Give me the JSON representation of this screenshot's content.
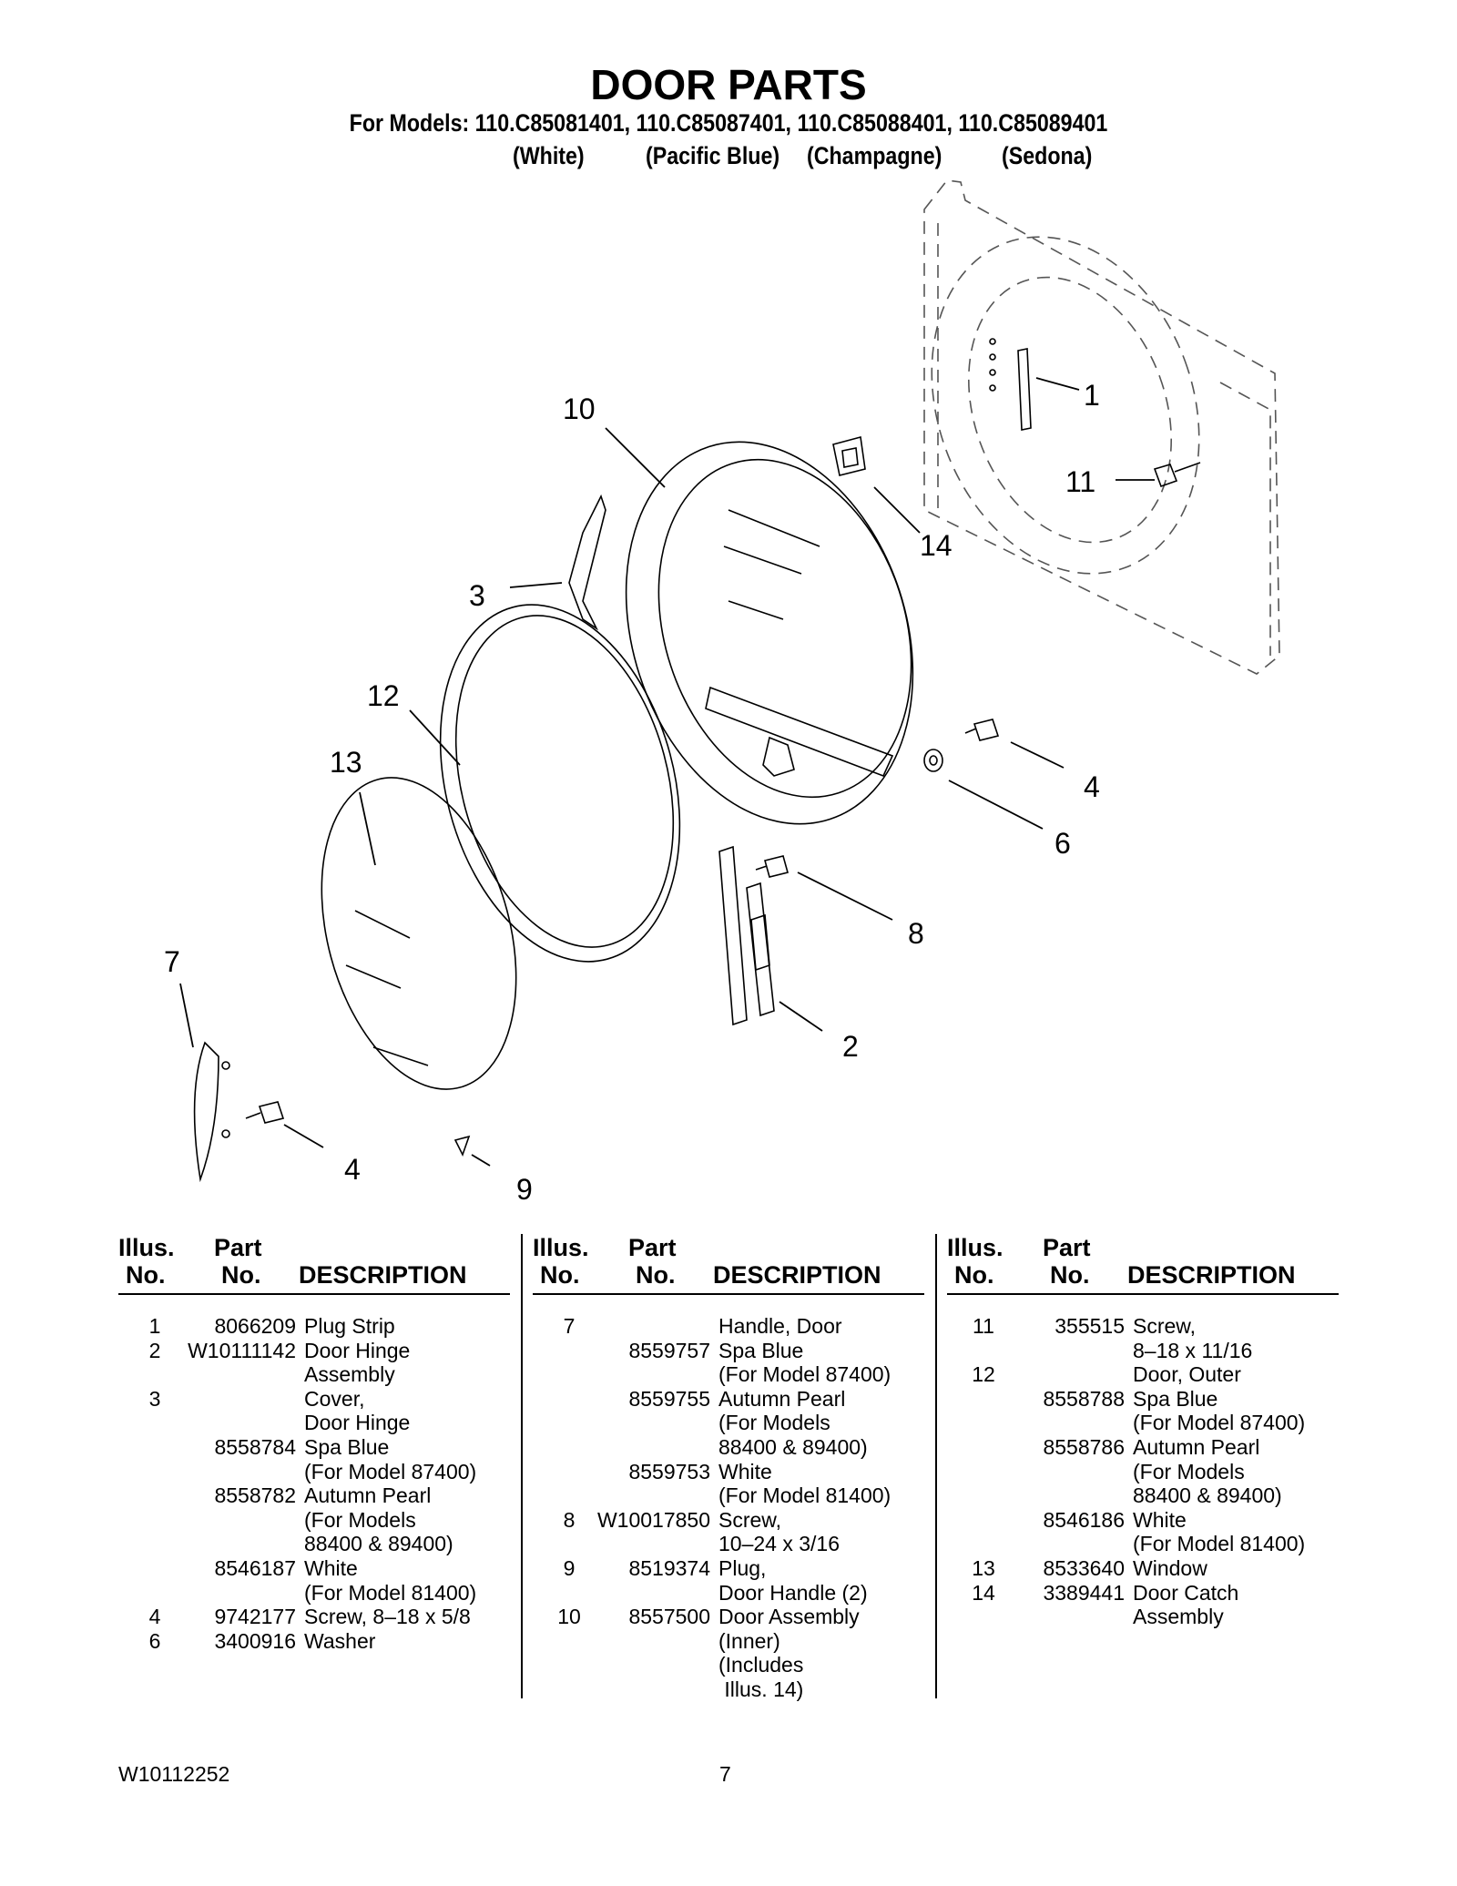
{
  "header": {
    "title": "DOOR PARTS",
    "models": "For Models: 110.C85081401, 110.C85087401, 110.C85088401, 110.C85089401",
    "colors": [
      "(White)",
      "(Pacific Blue)",
      "(Champagne)",
      "(Sedona)"
    ]
  },
  "diagram": {
    "callouts": [
      "1",
      "11",
      "10",
      "14",
      "3",
      "12",
      "13",
      "4",
      "6",
      "8",
      "7",
      "2",
      "4",
      "9"
    ]
  },
  "table": {
    "headers": {
      "illus_top": "Illus.",
      "illus_bottom": "No.",
      "part_top": "Part",
      "part_bottom": "No.",
      "description": "DESCRIPTION"
    },
    "columns": [
      [
        {
          "n": "1",
          "p": "8066209",
          "d": "Plug Strip"
        },
        {
          "n": "2",
          "p": "W10111142",
          "d": "Door Hinge"
        },
        {
          "n": "",
          "p": "",
          "d": "Assembly"
        },
        {
          "n": "3",
          "p": "",
          "d": "Cover,"
        },
        {
          "n": "",
          "p": "",
          "d": "Door Hinge"
        },
        {
          "n": "",
          "p": "8558784",
          "d": "Spa Blue"
        },
        {
          "n": "",
          "p": "",
          "d": "(For Model 87400)"
        },
        {
          "n": "",
          "p": "8558782",
          "d": "Autumn Pearl"
        },
        {
          "n": "",
          "p": "",
          "d": "(For Models"
        },
        {
          "n": "",
          "p": "",
          "d": "88400 & 89400)"
        },
        {
          "n": "",
          "p": "8546187",
          "d": "White"
        },
        {
          "n": "",
          "p": "",
          "d": "(For Model 81400)"
        },
        {
          "n": "4",
          "p": "9742177",
          "d": "Screw, 8–18 x 5/8"
        },
        {
          "n": "6",
          "p": "3400916",
          "d": "Washer"
        }
      ],
      [
        {
          "n": "7",
          "p": "",
          "d": "Handle, Door"
        },
        {
          "n": "",
          "p": "8559757",
          "d": "Spa Blue"
        },
        {
          "n": "",
          "p": "",
          "d": "(For Model 87400)"
        },
        {
          "n": "",
          "p": "8559755",
          "d": "Autumn Pearl"
        },
        {
          "n": "",
          "p": "",
          "d": "(For Models"
        },
        {
          "n": "",
          "p": "",
          "d": "88400 & 89400)"
        },
        {
          "n": "",
          "p": "8559753",
          "d": "White"
        },
        {
          "n": "",
          "p": "",
          "d": "(For Model 81400)"
        },
        {
          "n": "8",
          "p": "W10017850",
          "d": "Screw,"
        },
        {
          "n": "",
          "p": "",
          "d": "10–24 x 3/16"
        },
        {
          "n": "9",
          "p": "8519374",
          "d": "Plug,"
        },
        {
          "n": "",
          "p": "",
          "d": "Door Handle (2)"
        },
        {
          "n": "10",
          "p": "8557500",
          "d": "Door Assembly"
        },
        {
          "n": "",
          "p": "",
          "d": "(Inner)"
        },
        {
          "n": "",
          "p": "",
          "d": "(Includes"
        },
        {
          "n": "",
          "p": "",
          "d": " Illus. 14)"
        }
      ],
      [
        {
          "n": "11",
          "p": "355515",
          "d": "Screw,"
        },
        {
          "n": "",
          "p": "",
          "d": "8–18 x 11/16"
        },
        {
          "n": "12",
          "p": "",
          "d": "Door, Outer"
        },
        {
          "n": "",
          "p": "8558788",
          "d": "Spa Blue"
        },
        {
          "n": "",
          "p": "",
          "d": "(For Model 87400)"
        },
        {
          "n": "",
          "p": "8558786",
          "d": "Autumn Pearl"
        },
        {
          "n": "",
          "p": "",
          "d": "(For Models"
        },
        {
          "n": "",
          "p": "",
          "d": "88400 & 89400)"
        },
        {
          "n": "",
          "p": "8546186",
          "d": "White"
        },
        {
          "n": "",
          "p": "",
          "d": "(For Model 81400)"
        },
        {
          "n": "13",
          "p": "8533640",
          "d": "Window"
        },
        {
          "n": "14",
          "p": "3389441",
          "d": "Door Catch"
        },
        {
          "n": "",
          "p": "",
          "d": "Assembly"
        }
      ]
    ]
  },
  "footer": {
    "doc_number": "W10112252",
    "page": "7"
  }
}
